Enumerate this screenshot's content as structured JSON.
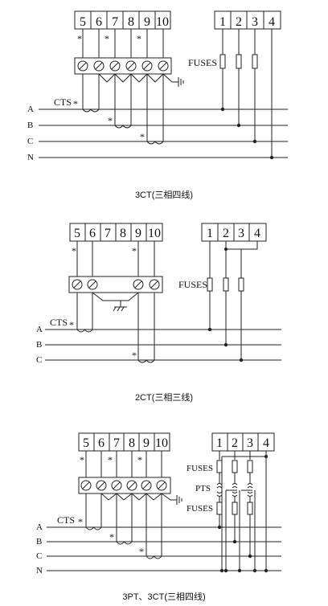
{
  "diagram1": {
    "caption": "3CT(三相四线)",
    "left_terminals": [
      "5",
      "6",
      "7",
      "8",
      "9",
      "10"
    ],
    "right_terminals": [
      "1",
      "2",
      "3",
      "4"
    ],
    "fuses_label": "FUSES",
    "cts_label": "CTS",
    "lines": [
      "A",
      "B",
      "C",
      "N"
    ],
    "star": "*"
  },
  "diagram2": {
    "caption": "2CT(三相三线)",
    "left_terminals": [
      "5",
      "6",
      "7",
      "8",
      "9",
      "10"
    ],
    "right_terminals": [
      "1",
      "2",
      "3",
      "4"
    ],
    "fuses_label": "FUSES",
    "cts_label": "CTS",
    "lines": [
      "A",
      "B",
      "C"
    ],
    "star": "*"
  },
  "diagram3": {
    "caption": "3PT、3CT(三相四线)",
    "left_terminals": [
      "5",
      "6",
      "7",
      "8",
      "9",
      "10"
    ],
    "right_terminals": [
      "1",
      "2",
      "3",
      "4"
    ],
    "fuses_label_top": "FUSES",
    "pts_label": "PTS",
    "fuses_label_bottom": "FUSES",
    "cts_label": "CTS",
    "lines": [
      "A",
      "B",
      "C",
      "N"
    ],
    "star": "*"
  }
}
